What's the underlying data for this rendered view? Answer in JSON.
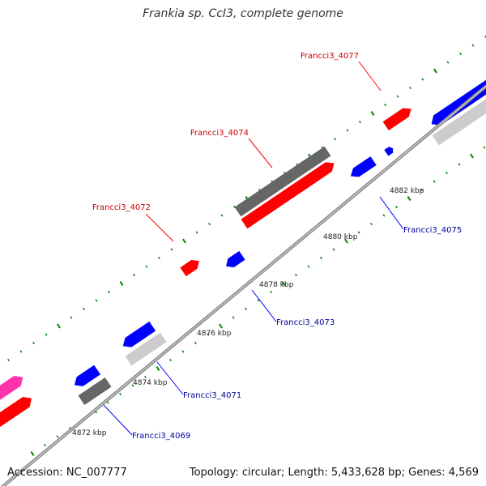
{
  "title": "Frankia sp. CcI3, complete genome",
  "accession_text": "Accession: NC_007777",
  "summary_text": "Topology: circular; Length: 5,433,628 bp; Genes: 4,569",
  "colors": {
    "forward_gene": "#ff0000",
    "reverse_gene": "#0000ff",
    "forward_label": "#cc0000",
    "reverse_label": "#000099",
    "cds_dark": "#666666",
    "cds_light": "#cccccc",
    "other_feature": "#ff33aa",
    "backbone": "#888888",
    "tick": "#008800"
  },
  "scale_ticks": [
    "4872 kbp",
    "4874 kbp",
    "4876 kbp",
    "4878 kbp",
    "4880 kbp",
    "4882 kbp"
  ],
  "genes": [
    {
      "id": "Francci3_4069",
      "strand": "reverse"
    },
    {
      "id": "Francci3_4071",
      "strand": "reverse"
    },
    {
      "id": "Francci3_4072",
      "strand": "forward"
    },
    {
      "id": "Francci3_4073",
      "strand": "reverse"
    },
    {
      "id": "Francci3_4074",
      "strand": "forward"
    },
    {
      "id": "Francci3_4075",
      "strand": "reverse"
    },
    {
      "id": "Francci3_4077",
      "strand": "forward"
    }
  ]
}
